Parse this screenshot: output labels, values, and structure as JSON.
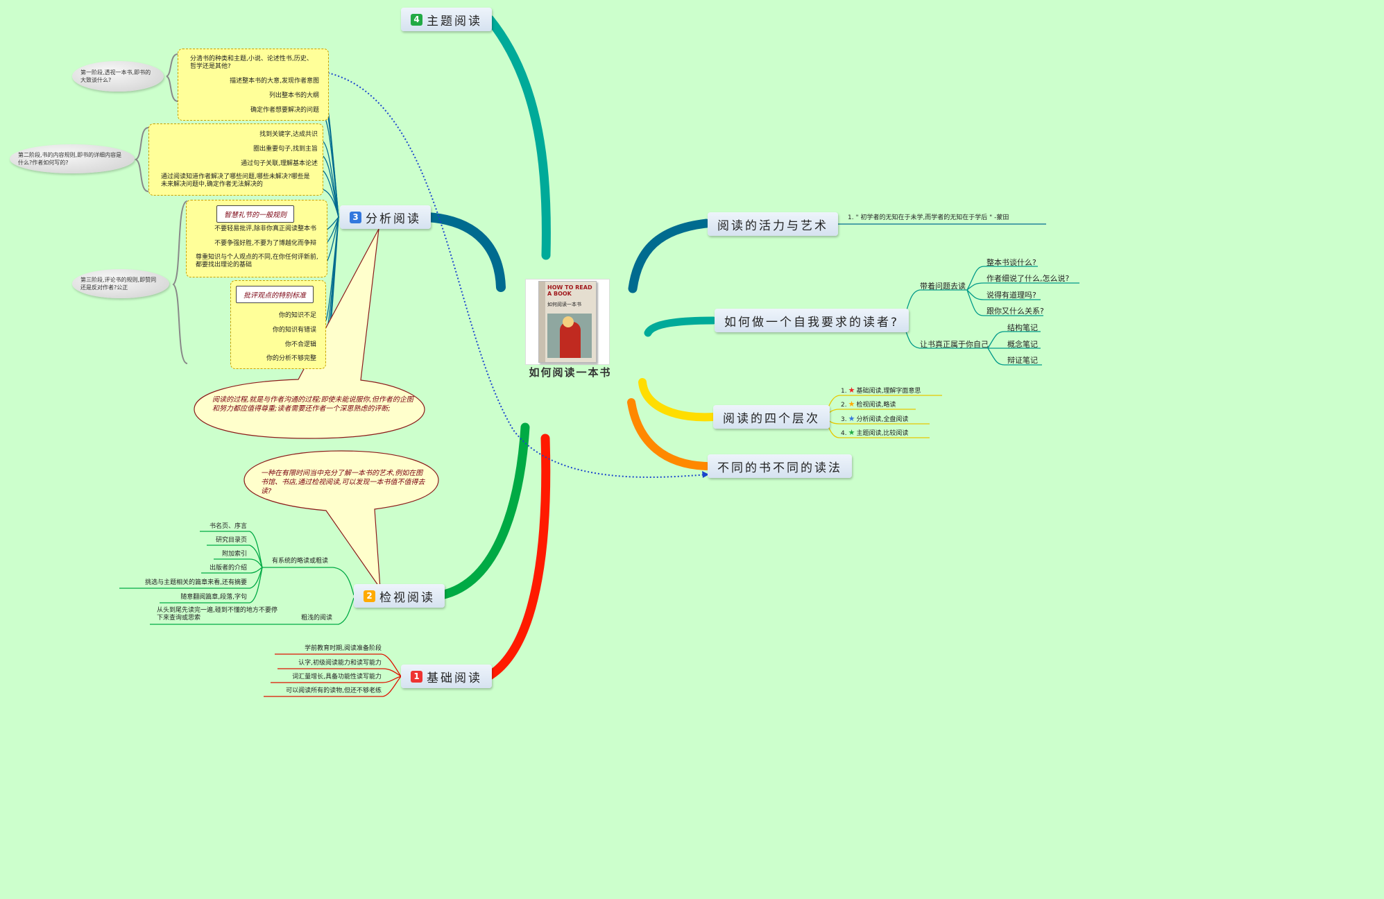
{
  "central": {
    "title": "如何阅读一本书",
    "book_title": "HOW TO READ A BOOK",
    "book_title_cn": "如何阅读一本书"
  },
  "colors": {
    "background": "#ccffcc",
    "branch_blue": "#006b8f",
    "branch_teal": "#00aa99",
    "branch_green": "#00aa44",
    "branch_red": "#ff1a00",
    "branch_yellow": "#ffdd00",
    "branch_orange": "#ff8800",
    "dotted_link": "#1a44cc"
  },
  "topics": {
    "t4": {
      "num": "4",
      "label": "主题阅读",
      "num_color": "#22aa44"
    },
    "t3": {
      "num": "3",
      "label": "分析阅读",
      "num_color": "#3377dd"
    },
    "t2": {
      "num": "2",
      "label": "检视阅读",
      "num_color": "#ffaa00"
    },
    "t1": {
      "num": "1",
      "label": "基础阅读",
      "num_color": "#ee3333"
    },
    "r1": {
      "label": "阅读的活力与艺术"
    },
    "r2": {
      "label": "如何做一个自我要求的读者?"
    },
    "r3": {
      "label": "阅读的四个层次"
    },
    "r4": {
      "label": "不同的书不同的读法"
    }
  },
  "analytic": {
    "stage1": {
      "ellipse": "第一阶段,透视一本书,即书的大致谈什么?",
      "items": [
        "分清书的种类和主题,小说、论述性书,历史、哲学还是其他?",
        "描述整本书的大意,发现作者意图",
        "列出整本书的大纲",
        "确定作者想要解决的问题"
      ]
    },
    "stage2": {
      "ellipse": "第二阶段,书的内容规则,即书的详细内容是什么?作者如何写的?",
      "items": [
        "找到关键字,达成共识",
        "圈出重要句子,找到主旨",
        "通过句子关联,理解基本论述",
        "通过阅读知道作者解决了哪些问题,哪些未解决?哪些是未来解决问题中,确定作者无法解决的"
      ]
    },
    "stage3": {
      "ellipse": "第三阶段,评论书的规则,即赞同还是反对作者?公正",
      "callout_a": "智慧礼节的一般规则",
      "items_a": [
        "不要轻易批评,除非你真正阅读整本书",
        "不要争强好胜,不要为了博越化而争辩",
        "尊重知识与个人观点的不同,在你任何评新前,都要找出理论的基础"
      ],
      "callout_b": "批评观点的特别标准",
      "items_b": [
        "你的知识不足",
        "你的知识有错误",
        "你不合逻辑",
        "你的分析不够完整"
      ]
    },
    "bubble": "阅读的过程,就是与作者沟通的过程;即使未能说服你,但作者的企图和努力都应值得尊重;读者需要还作者一个深思熟虑的评断;"
  },
  "inspectional": {
    "bubble": "一种在有限时间当中充分了解一本书的艺术,例如在图书馆、书店,通过检视阅读,可以发现一本书值不值得去读?",
    "systematic_label": "有系统的略读或粗读",
    "items": [
      "书名页、序言",
      "研究目录页",
      "附加索引",
      "出版者的介绍",
      "挑选与主题相关的篇章来看,还有摘要",
      "随意翻阅篇章,段落,字句"
    ],
    "shallow_label": "粗浅的阅读",
    "shallow_text": "从头到尾先读完一遍,碰到不懂的地方不要停下来查询或思索"
  },
  "elementary": {
    "items": [
      "学前教育时期,阅读准备阶段",
      "认字,初级阅读能力和读写能力",
      "词汇量增长,具备功能性读写能力",
      "可以阅读所有的读物,但还不够老练"
    ]
  },
  "right": {
    "r1_item": "1. \" 初学者的无知在于未学,而学者的无知在于学后 \" -蒙田",
    "r2_q_label": "带着问题去读",
    "r2_questions": [
      "整本书谈什么?",
      "作者细说了什么,怎么说?",
      "说得有道理吗?",
      "跟你又什么关系?"
    ],
    "r2_own_label": "让书真正属于你自己",
    "r2_notes": [
      "结构笔记",
      "概念笔记",
      "辩证笔记"
    ],
    "r3_levels": [
      {
        "prefix": "1.",
        "star_color": "#ee2222",
        "text": "基础阅读,理解字面意思"
      },
      {
        "prefix": "2.",
        "star_color": "#ffaa00",
        "text": "检视阅读,略读"
      },
      {
        "prefix": "3.",
        "star_color": "#3377dd",
        "text": "分析阅读,全盘阅读"
      },
      {
        "prefix": "4.",
        "star_color": "#22aa44",
        "text": "主题阅读,比较阅读"
      }
    ]
  }
}
